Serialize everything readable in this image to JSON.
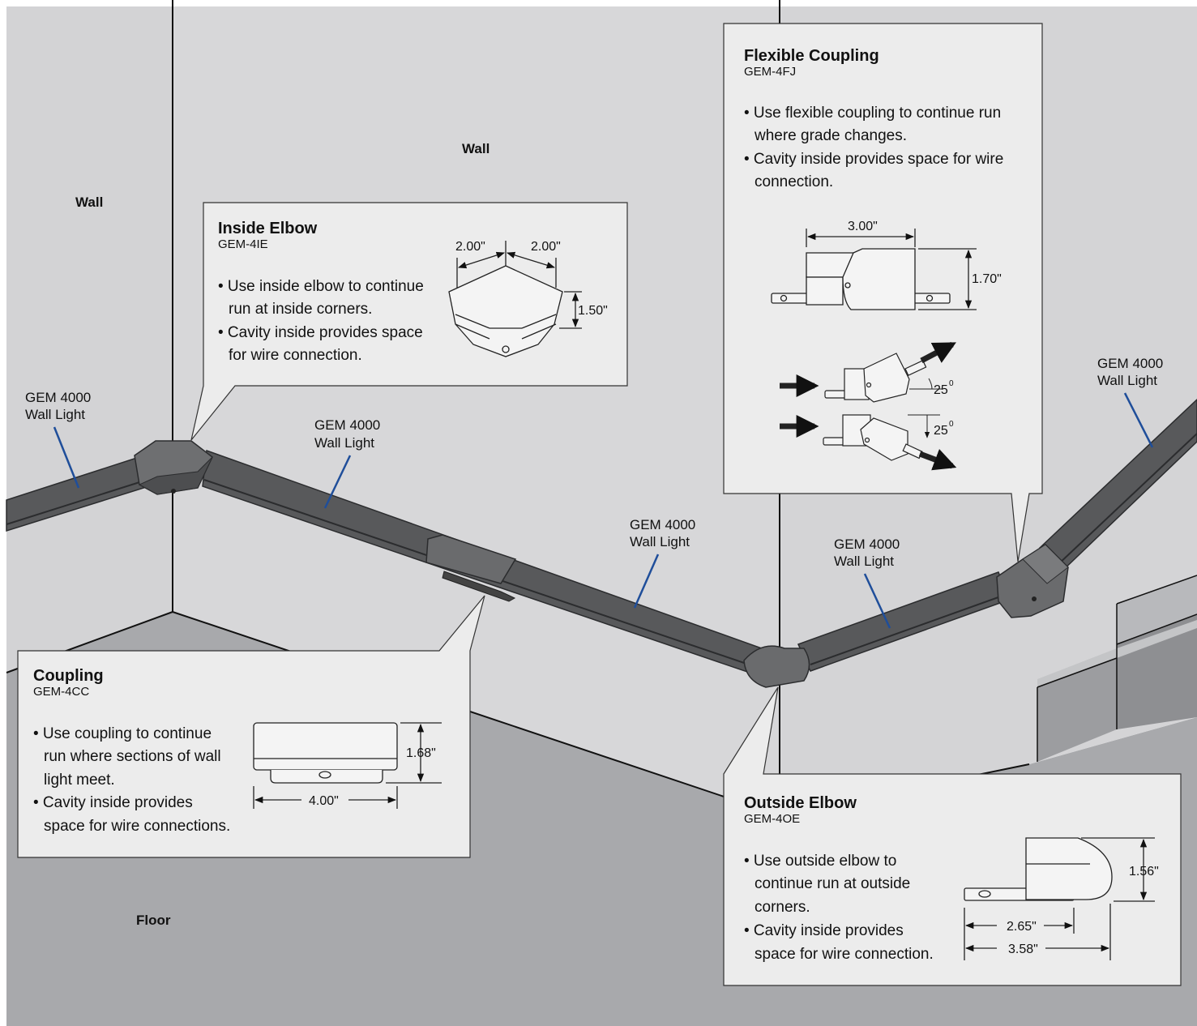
{
  "colors": {
    "wall_left": "#d3d3d5",
    "wall_center": "#d7d7d9",
    "wall_right": "#d4d4d6",
    "floor": "#a8a9ac",
    "rail": "#58595b",
    "rail_dark": "#3c3d3f",
    "callout_bg": "#ececec",
    "leader_line": "#1f4e9a",
    "stairs": "#97989b"
  },
  "scene": {
    "wall_left_label": "Wall",
    "wall_center_label": "Wall",
    "floor_label": "Floor",
    "rail_labels": [
      {
        "line1": "GEM 4000",
        "line2": "Wall Light"
      },
      {
        "line1": "GEM 4000",
        "line2": "Wall Light"
      },
      {
        "line1": "GEM 4000",
        "line2": "Wall Light"
      },
      {
        "line1": "GEM 4000",
        "line2": "Wall Light"
      },
      {
        "line1": "GEM 4000",
        "line2": "Wall Light"
      }
    ]
  },
  "callouts": {
    "inside_elbow": {
      "title": "Inside Elbow",
      "model": "GEM-4IE",
      "bullets": [
        {
          "line1": "• Use inside elbow to continue",
          "line2": "run at inside corners."
        },
        {
          "line1": "• Cavity inside provides space",
          "line2": "for wire connection."
        }
      ],
      "dims": {
        "left_width": "2.00\"",
        "right_width": "2.00\"",
        "height": "1.50\""
      }
    },
    "flexible_coupling": {
      "title": "Flexible Coupling",
      "model": "GEM-4FJ",
      "bullets": [
        {
          "line1": "• Use flexible coupling to continue run",
          "line2": "where grade changes."
        },
        {
          "line1": "• Cavity inside provides space for wire",
          "line2": "connection."
        }
      ],
      "dims": {
        "width": "3.00\"",
        "height": "1.70\"",
        "angle_up": "25",
        "angle_down": "25",
        "angle_unit": "0"
      }
    },
    "coupling": {
      "title": "Coupling",
      "model": "GEM-4CC",
      "bullets": [
        {
          "line1": "• Use coupling to continue",
          "line2": "run where sections of wall",
          "line3": "light meet."
        },
        {
          "line1": "• Cavity inside provides",
          "line2": "space for wire connections."
        }
      ],
      "dims": {
        "height": "1.68\"",
        "width": "4.00\""
      }
    },
    "outside_elbow": {
      "title": "Outside Elbow",
      "model": "GEM-4OE",
      "bullets": [
        {
          "line1": "• Use outside elbow to",
          "line2": "continue run at outside",
          "line3": "corners."
        },
        {
          "line1": "• Cavity inside provides",
          "line2": "space for wire connection."
        }
      ],
      "dims": {
        "height": "1.56\"",
        "inner_width": "2.65\"",
        "outer_width": "3.58\""
      }
    }
  }
}
